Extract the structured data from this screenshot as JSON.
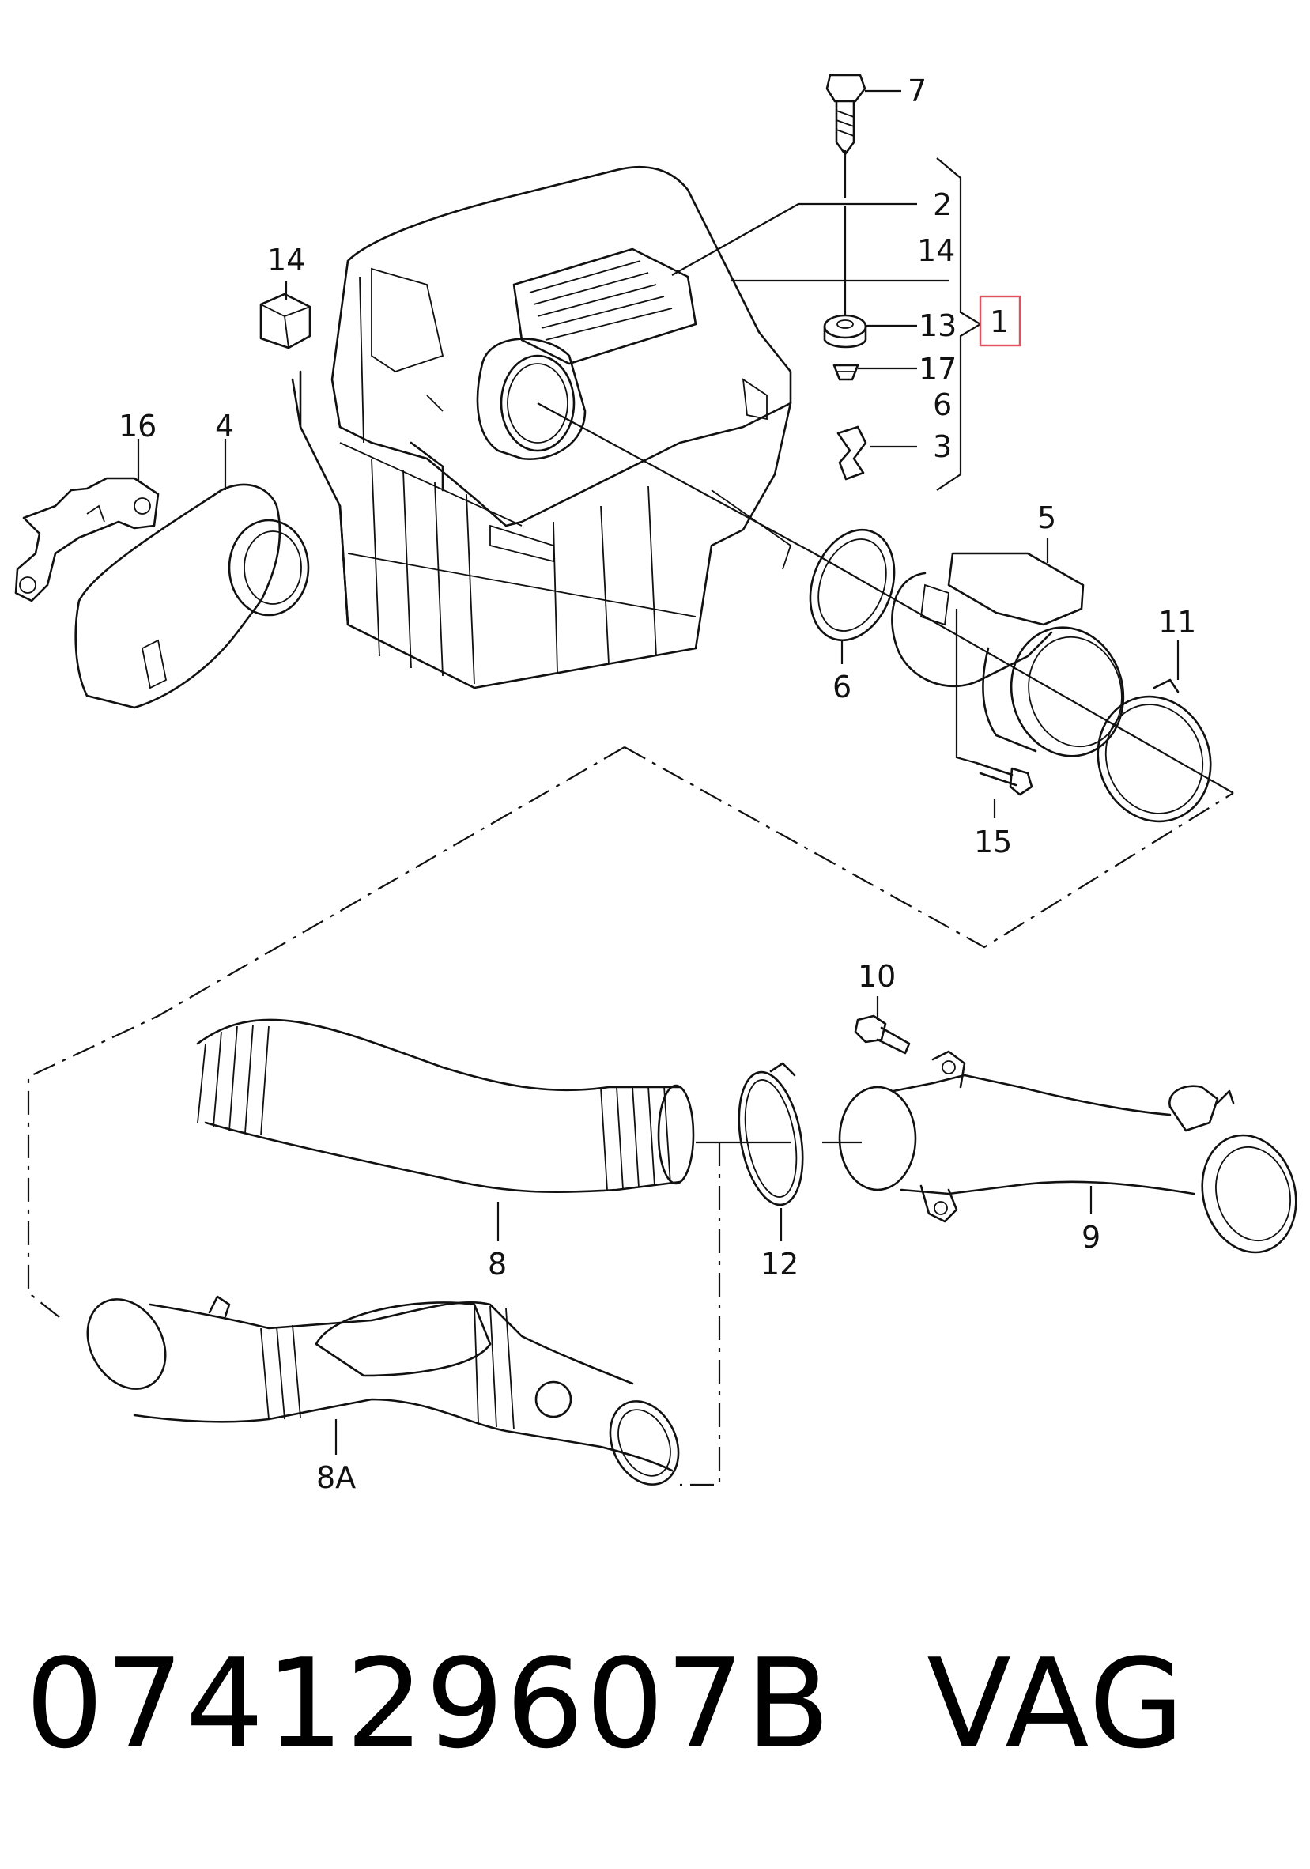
{
  "labels": {
    "l1": "1",
    "l2": "2",
    "l3": "3",
    "l4": "4",
    "l5": "5",
    "l6a": "6",
    "l6b": "6",
    "l7": "7",
    "l8": "8",
    "l8a": "8A",
    "l9": "9",
    "l10": "10",
    "l11": "11",
    "l12": "12",
    "l13": "13",
    "l14a": "14",
    "l14b": "14",
    "l15": "15",
    "l16": "16",
    "l17": "17"
  },
  "footer": {
    "part_number": "074129607B",
    "brand": "VAG"
  },
  "colors": {
    "line": "#111111",
    "highlight": "#e05060",
    "background": "#ffffff"
  }
}
